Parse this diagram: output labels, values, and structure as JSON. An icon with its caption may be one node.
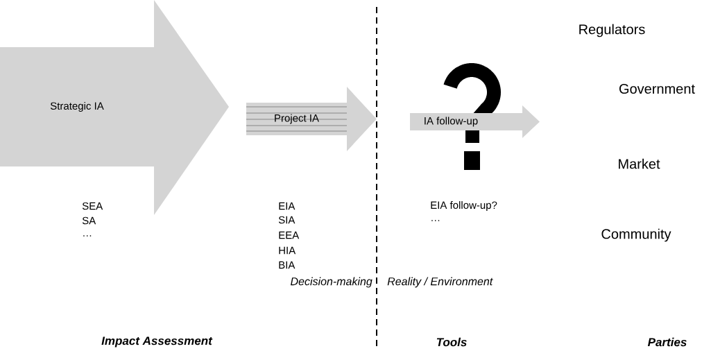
{
  "diagram": {
    "nodes": [
      {
        "text": [
          "Strategic IA"
        ]
      },
      {
        "text": [
          "Project IA"
        ]
      },
      {
        "text": [
          "IA follow-up"
        ]
      }
    ],
    "labels": [
      "Regulators",
      "Government",
      "Market",
      "SEA",
      "EIA",
      "EIA follow-up?",
      "SA",
      "SIA",
      "…",
      "…",
      "EEA",
      "Community",
      "HIA",
      "BIA",
      "Decision-making",
      "Reality / Environment",
      "Impact Assessment",
      "Tools",
      "Parties"
    ]
  }
}
